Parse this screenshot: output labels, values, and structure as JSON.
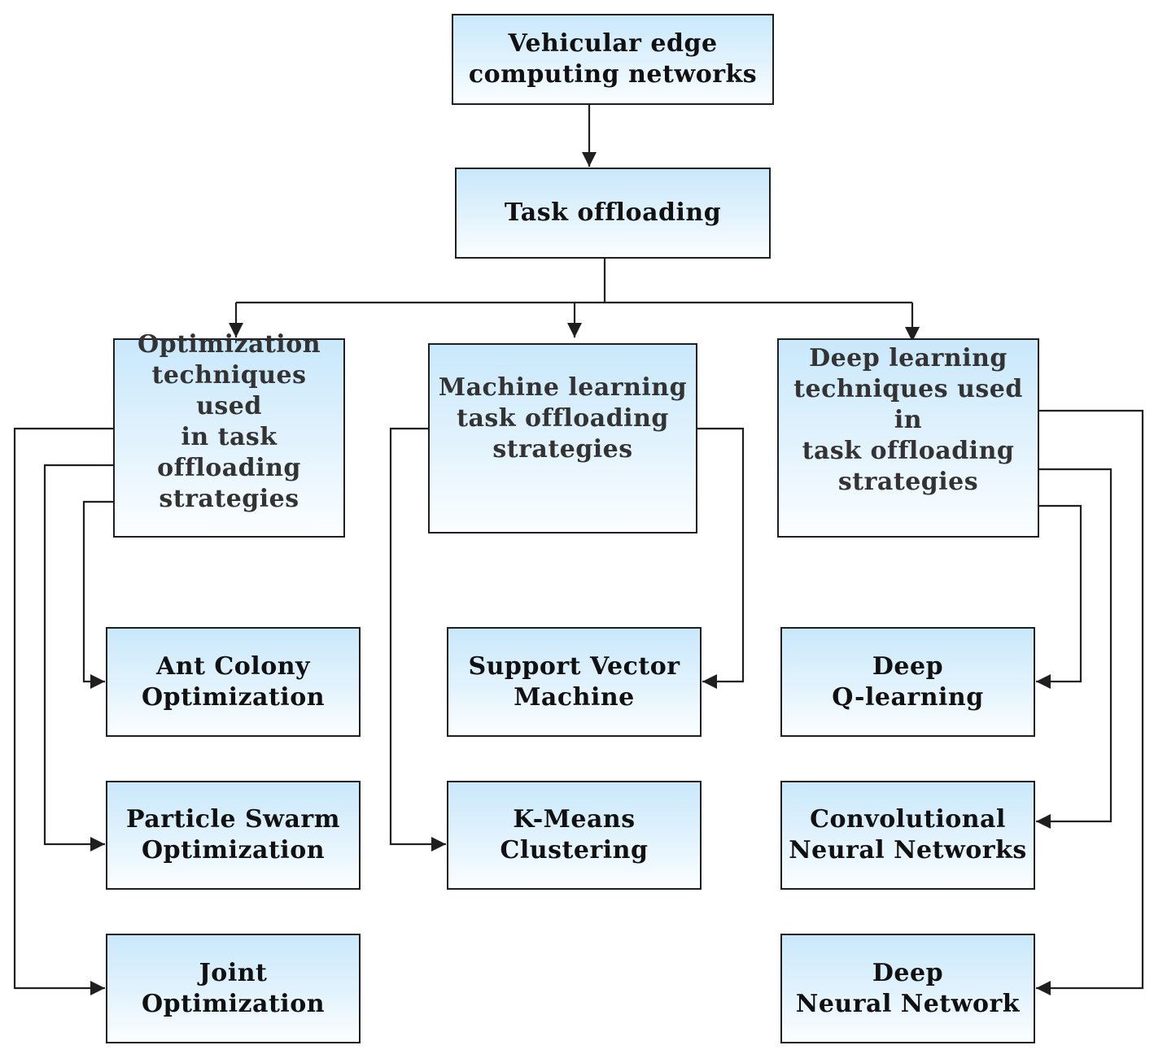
{
  "diagram": {
    "root": {
      "lines": [
        "Vehicular edge",
        "computing networks"
      ]
    },
    "task": {
      "lines": [
        "Task offloading"
      ]
    },
    "categories": [
      {
        "lines": [
          "Optimization",
          "techniques used",
          "in task",
          "offloading",
          "strategies"
        ],
        "children": [
          {
            "lines": [
              "Ant Colony",
              "Optimization"
            ]
          },
          {
            "lines": [
              "Particle Swarm",
              "Optimization"
            ]
          },
          {
            "lines": [
              "Joint",
              "Optimization"
            ]
          }
        ]
      },
      {
        "lines": [
          "Machine learning",
          "task offloading",
          "strategies"
        ],
        "children": [
          {
            "lines": [
              "Support Vector",
              "Machine"
            ]
          },
          {
            "lines": [
              "K-Means",
              "Clustering"
            ]
          }
        ]
      },
      {
        "lines": [
          "Deep learning",
          "techniques used in",
          "task offloading",
          "strategies"
        ],
        "children": [
          {
            "lines": [
              "Deep",
              "Q-learning"
            ]
          },
          {
            "lines": [
              "Convolutional",
              "Neural Networks"
            ]
          },
          {
            "lines": [
              "Deep",
              "Neural Network"
            ]
          }
        ]
      }
    ],
    "colors": {
      "box_fill_top": "#c9e8fb",
      "box_fill_bottom": "#fbfeff",
      "border": "#1f1f1f",
      "connector": "#1f1f1f",
      "text": "#111111"
    }
  }
}
